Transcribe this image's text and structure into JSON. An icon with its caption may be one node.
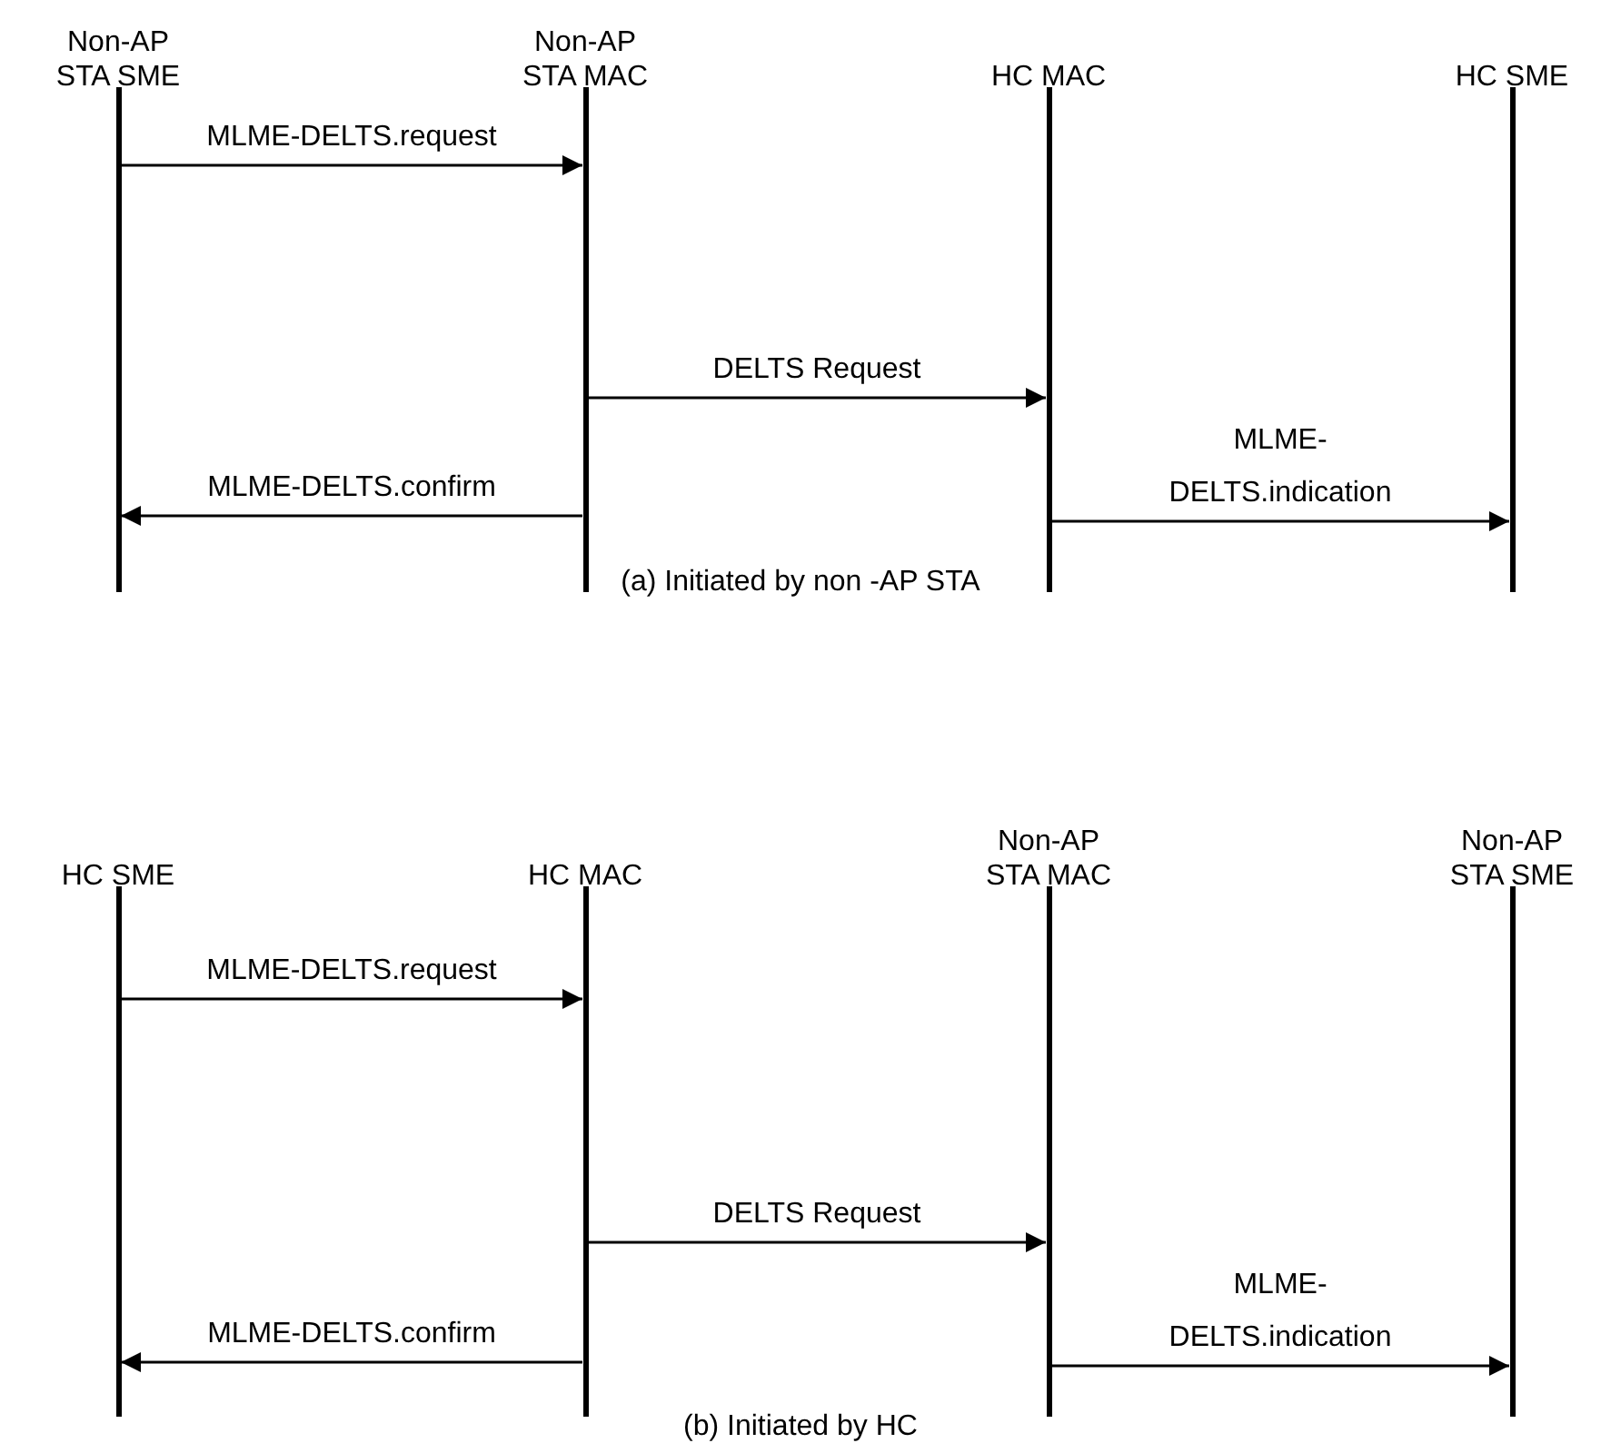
{
  "diagram": {
    "nodes": [
      {
        "text": [
          "Non-AP STA SME"
        ]
      },
      {
        "text": [
          "Non-AP STA MAC"
        ]
      },
      {
        "text": [
          "HC MAC"
        ]
      },
      {
        "text": [
          "HC SME"
        ]
      },
      {
        "text": [
          "HC SME"
        ]
      },
      {
        "text": [
          "HC MAC"
        ]
      },
      {
        "text": [
          "Non-AP STA MAC"
        ]
      },
      {
        "text": [
          "Non-AP STA SME"
        ]
      }
    ],
    "edges": [
      {
        "from": 0,
        "to": 1,
        "arrow": "to",
        "label": "MLME-DELTS.request"
      },
      {
        "from": 1,
        "to": 2,
        "arrow": "to",
        "label": "DELTS Request"
      },
      {
        "from": 1,
        "to": 0,
        "arrow": "to",
        "label": "MLME-DELTS.confirm"
      },
      {
        "from": 2,
        "to": 3,
        "arrow": "to",
        "label": "MLME-DELTS.indication"
      },
      {
        "from": 4,
        "to": 5,
        "arrow": "to",
        "label": "MLME-DELTS.request"
      },
      {
        "from": 5,
        "to": 6,
        "arrow": "to",
        "label": "DELTS Request"
      },
      {
        "from": 5,
        "to": 4,
        "arrow": "to",
        "label": "MLME-DELTS.confirm"
      },
      {
        "from": 6,
        "to": 7,
        "arrow": "to",
        "label": "MLME-DELTS.indication"
      }
    ],
    "labels": [
      "(a) Initiated by non -AP STA",
      "(b) Initiated by HC"
    ]
  }
}
